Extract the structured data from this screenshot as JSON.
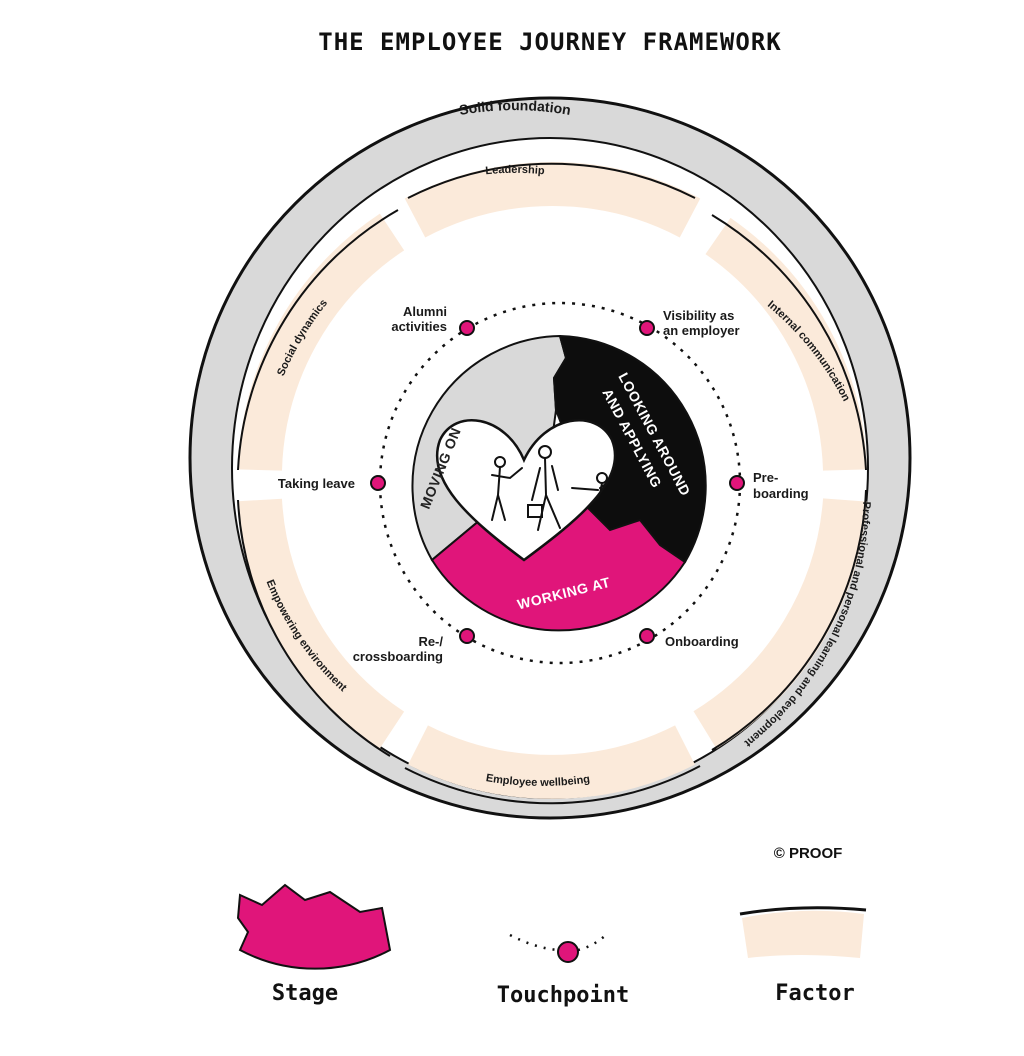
{
  "title": "THE EMPLOYEE JOURNEY FRAMEWORK",
  "outer_ring": {
    "label": "Solid foundation"
  },
  "factors": [
    {
      "label": "Leadership"
    },
    {
      "label": "Internal communication"
    },
    {
      "label": "Professional and personal learning and development"
    },
    {
      "label": "Employee wellbeing"
    },
    {
      "label": "Empowering environment"
    },
    {
      "label": "Social dynamics"
    }
  ],
  "touchpoints": [
    {
      "lines": [
        "Alumni",
        "activities"
      ]
    },
    {
      "lines": [
        "Visibility as",
        "an employer"
      ]
    },
    {
      "lines": [
        "Pre-",
        "boarding"
      ]
    },
    {
      "lines": [
        "Onboarding"
      ]
    },
    {
      "lines": [
        "Re-/",
        "crossboarding"
      ]
    },
    {
      "lines": [
        "Taking leave"
      ]
    }
  ],
  "stages": [
    {
      "label": "MOVING ON",
      "color": "#d9d9d9"
    },
    {
      "label_lines": [
        "LOOKING AROUND",
        "AND APPLYING"
      ],
      "color": "#0d0d0d"
    },
    {
      "label": "WORKING AT",
      "color": "#e0157a"
    }
  ],
  "copyright": "© PROOF",
  "legend": [
    {
      "label": "Stage",
      "color": "#e0157a"
    },
    {
      "label": "Touchpoint",
      "color": "#e0157a"
    },
    {
      "label": "Factor",
      "color": "#fbeada"
    }
  ],
  "colors": {
    "magenta": "#e0157a",
    "factor_fill": "#fbeada",
    "foundation": "#d9d9d9",
    "ink": "#111111"
  }
}
